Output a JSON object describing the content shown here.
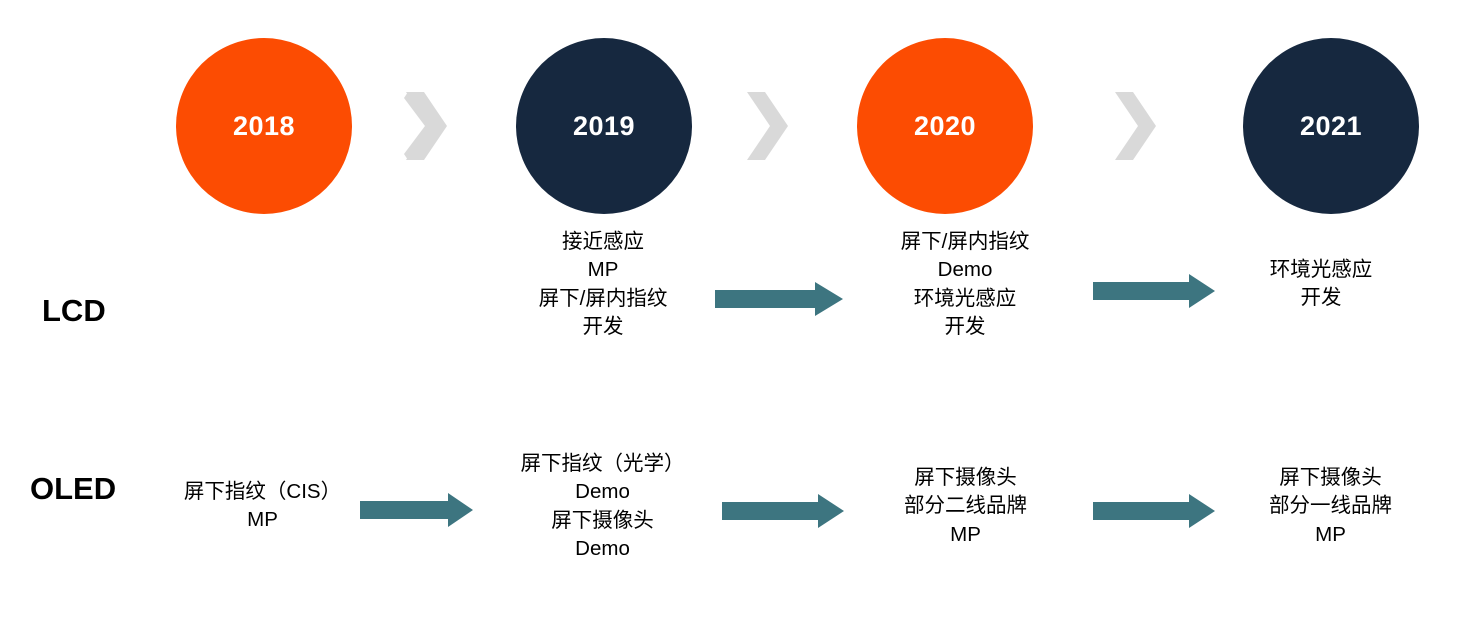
{
  "colors": {
    "orange": "#FC4C02",
    "navy": "#16283F",
    "chevron_gray": "#D9D9D9",
    "teal_arrow": "#3D7580",
    "text": "#000000",
    "background": "#FFFFFF"
  },
  "timeline": {
    "years": [
      {
        "label": "2018",
        "color_key": "orange"
      },
      {
        "label": "2019",
        "color_key": "navy"
      },
      {
        "label": "2020",
        "color_key": "orange"
      },
      {
        "label": "2021",
        "color_key": "navy"
      }
    ],
    "chevron_count": 3
  },
  "rows": [
    {
      "label": "LCD",
      "cells": [
        {
          "year": "2018",
          "lines": []
        },
        {
          "year": "2019",
          "lines": [
            "接近感应",
            "MP",
            "屏下/屏内指纹",
            "开发"
          ]
        },
        {
          "year": "2020",
          "lines": [
            "屏下/屏内指纹",
            "Demo",
            "环境光感应",
            "开发"
          ]
        },
        {
          "year": "2021",
          "lines": [
            "环境光感应",
            "开发"
          ]
        }
      ],
      "arrow_count": 2
    },
    {
      "label": "OLED",
      "cells": [
        {
          "year": "2018",
          "lines": [
            "屏下指纹（CIS）",
            "MP"
          ]
        },
        {
          "year": "2019",
          "lines": [
            "屏下指纹（光学）",
            "Demo",
            "屏下摄像头",
            "Demo"
          ]
        },
        {
          "year": "2020",
          "lines": [
            "屏下摄像头",
            "部分二线品牌",
            "MP"
          ]
        },
        {
          "year": "2021",
          "lines": [
            "屏下摄像头",
            "部分一线品牌",
            "MP"
          ]
        }
      ],
      "arrow_count": 3
    }
  ]
}
